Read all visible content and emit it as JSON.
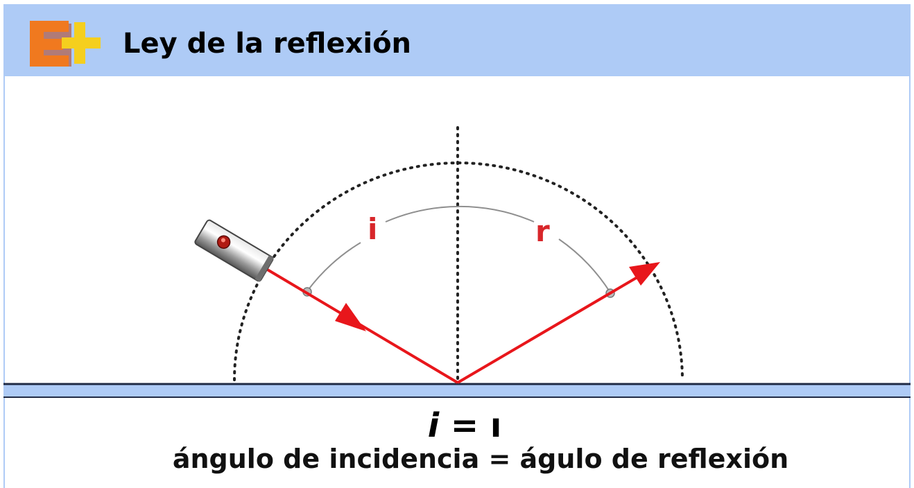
{
  "header": {
    "title": "Ley de la reflexión",
    "logo_icon": "e-plus-logo-icon",
    "background_color": "#aecbf6"
  },
  "diagram": {
    "incident_label": "i",
    "reflected_label": "r",
    "ray_color": "#e8161b",
    "laser_icon": "laser-pointer-icon"
  },
  "equation": {
    "left": "i",
    "operator": "=",
    "right": "ı"
  },
  "caption": "ángulo de incidencia = águlo de reflexión"
}
